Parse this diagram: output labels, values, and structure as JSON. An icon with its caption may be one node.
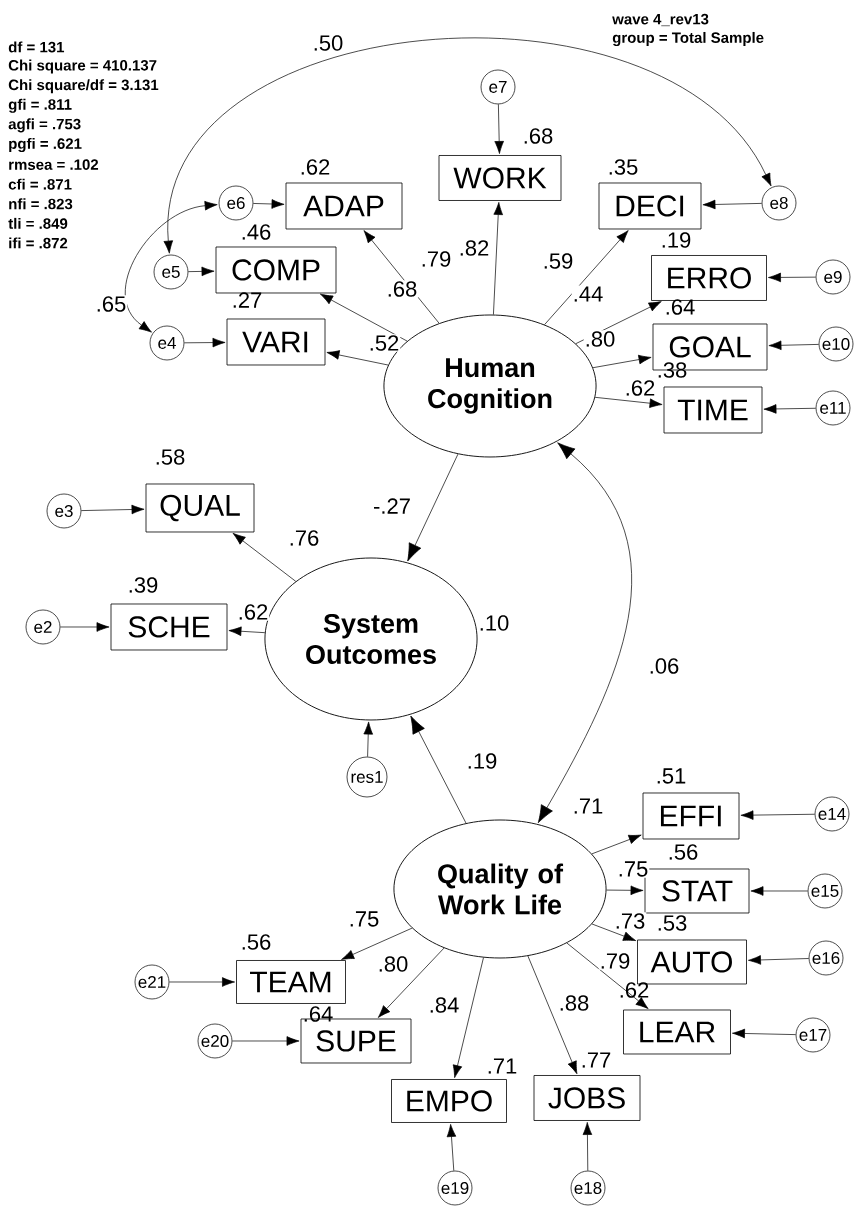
{
  "diagram": {
    "nodes": [
      {
        "text": [
          "e7"
        ]
      },
      {
        "text": [
          "WORK"
        ],
        "beside": [
          ".68"
        ]
      },
      {
        "text": [
          "e6"
        ]
      },
      {
        "text": [
          "ADAP"
        ],
        "beside": [
          ".62"
        ]
      },
      {
        "text": [
          "DECI"
        ],
        "beside": [
          ".35"
        ]
      },
      {
        "text": [
          "e8"
        ]
      },
      {
        "text": [
          "e5"
        ]
      },
      {
        "text": [
          "COMP"
        ],
        "beside": [
          ".46"
        ]
      },
      {
        "text": [
          "ERRO"
        ],
        "beside": [
          ".19"
        ]
      },
      {
        "text": [
          "e9"
        ]
      },
      {
        "text": [
          "e4"
        ]
      },
      {
        "text": [
          "VARI"
        ],
        "beside": [
          ".27"
        ]
      },
      {
        "text": [
          "GOAL"
        ],
        "beside": [
          ".64"
        ]
      },
      {
        "text": [
          "e10"
        ]
      },
      {
        "text": [
          "Human Cognition"
        ]
      },
      {
        "text": [
          "TIME"
        ],
        "beside": [
          ".38"
        ]
      },
      {
        "text": [
          "e11"
        ]
      },
      {
        "text": [
          "QUAL"
        ],
        "beside": [
          ".58"
        ]
      },
      {
        "text": [
          "e3"
        ]
      },
      {
        "text": [
          "SCHE"
        ],
        "beside": [
          ".39"
        ]
      },
      {
        "text": [
          "e2"
        ]
      },
      {
        "text": [
          "System Outcomes"
        ],
        "beside": [
          ".10"
        ]
      },
      {
        "text": [
          "res1"
        ]
      },
      {
        "text": [
          "EFFI"
        ],
        "beside": [
          ".51"
        ]
      },
      {
        "text": [
          "e14"
        ]
      },
      {
        "text": [
          "Quality of Work Life"
        ]
      },
      {
        "text": [
          "STAT"
        ],
        "beside": [
          ".56"
        ]
      },
      {
        "text": [
          "e15"
        ]
      },
      {
        "text": [
          "AUTO"
        ],
        "beside": [
          ".53"
        ]
      },
      {
        "text": [
          "e16"
        ]
      },
      {
        "text": [
          "TEAM"
        ],
        "beside": [
          ".56"
        ]
      },
      {
        "text": [
          "e21"
        ]
      },
      {
        "text": [
          "LEAR"
        ],
        "beside": [
          ".62"
        ]
      },
      {
        "text": [
          "e17"
        ]
      },
      {
        "text": [
          "SUPE"
        ],
        "beside": [
          ".64"
        ]
      },
      {
        "text": [
          "e20"
        ]
      },
      {
        "text": [
          "EMPO"
        ],
        "beside": [
          ".71"
        ]
      },
      {
        "text": [
          "JOBS"
        ],
        "beside": [
          ".77"
        ]
      },
      {
        "text": [
          "e19"
        ]
      },
      {
        "text": [
          "e18"
        ]
      }
    ],
    "edges": [
      {
        "from": 0,
        "to": 1,
        "arrow": "to"
      },
      {
        "from": 2,
        "to": 3,
        "arrow": "to"
      },
      {
        "from": 5,
        "to": 4,
        "arrow": "to"
      },
      {
        "from": 6,
        "to": 7,
        "arrow": "to"
      },
      {
        "from": 9,
        "to": 8,
        "arrow": "to"
      },
      {
        "from": 10,
        "to": 11,
        "arrow": "to"
      },
      {
        "from": 13,
        "to": 12,
        "arrow": "to"
      },
      {
        "from": 16,
        "to": 15,
        "arrow": "to"
      },
      {
        "from": 14,
        "to": 1,
        "arrow": "to",
        "label": ".82"
      },
      {
        "from": 14,
        "to": 3,
        "arrow": "to",
        "label": ".79"
      },
      {
        "from": 14,
        "to": 4,
        "arrow": "to",
        "label": ".59"
      },
      {
        "from": 14,
        "to": 7,
        "arrow": "to",
        "label": ".68"
      },
      {
        "from": 14,
        "to": 8,
        "arrow": "to",
        "label": ".44"
      },
      {
        "from": 14,
        "to": 11,
        "arrow": "to",
        "label": ".52"
      },
      {
        "from": 14,
        "to": 12,
        "arrow": "to",
        "label": ".80"
      },
      {
        "from": 14,
        "to": 15,
        "arrow": "to",
        "label": ".62"
      },
      {
        "from": 6,
        "to": 5,
        "arrow": "both",
        "label": ".50"
      },
      {
        "from": 2,
        "to": 10,
        "arrow": "both",
        "label": ".65"
      },
      {
        "from": 14,
        "to": 21,
        "arrow": "to",
        "label": "-.27"
      },
      {
        "from": 18,
        "to": 17,
        "arrow": "to"
      },
      {
        "from": 20,
        "to": 19,
        "arrow": "to"
      },
      {
        "from": 21,
        "to": 17,
        "arrow": "to",
        "label": ".76"
      },
      {
        "from": 21,
        "to": 19,
        "arrow": "to",
        "label": ".62"
      },
      {
        "from": 22,
        "to": 21,
        "arrow": "to"
      },
      {
        "from": 14,
        "to": 25,
        "arrow": "both",
        "label": ".06"
      },
      {
        "from": 25,
        "to": 21,
        "arrow": "to",
        "label": ".19"
      },
      {
        "from": 25,
        "to": 23,
        "arrow": "to",
        "label": ".71"
      },
      {
        "from": 24,
        "to": 23,
        "arrow": "to"
      },
      {
        "from": 25,
        "to": 26,
        "arrow": "to",
        "label": ".75"
      },
      {
        "from": 27,
        "to": 26,
        "arrow": "to"
      },
      {
        "from": 25,
        "to": 28,
        "arrow": "to",
        "label": ".73"
      },
      {
        "from": 29,
        "to": 28,
        "arrow": "to"
      },
      {
        "from": 25,
        "to": 30,
        "arrow": "to",
        "label": ".75"
      },
      {
        "from": 31,
        "to": 30,
        "arrow": "to"
      },
      {
        "from": 25,
        "to": 32,
        "arrow": "to",
        "label": ".79"
      },
      {
        "from": 33,
        "to": 32,
        "arrow": "to"
      },
      {
        "from": 25,
        "to": 34,
        "arrow": "to",
        "label": ".80"
      },
      {
        "from": 35,
        "to": 34,
        "arrow": "to"
      },
      {
        "from": 25,
        "to": 36,
        "arrow": "to",
        "label": ".84"
      },
      {
        "from": 25,
        "to": 37,
        "arrow": "to",
        "label": ".88"
      },
      {
        "from": 38,
        "to": 36,
        "arrow": "to"
      },
      {
        "from": 39,
        "to": 37,
        "arrow": "to"
      }
    ],
    "labels": [
      "df = 131",
      "Chi square = 410.137",
      "Chi square/df = 3.131",
      "gfi = .811",
      "agfi = .753",
      "pgfi = .621",
      "rmsea = .102",
      "cfi = .871",
      "nfi = .823",
      "tli = .849",
      "ifi = .872",
      "wave 4_rev13",
      "group = Total Sample"
    ]
  }
}
